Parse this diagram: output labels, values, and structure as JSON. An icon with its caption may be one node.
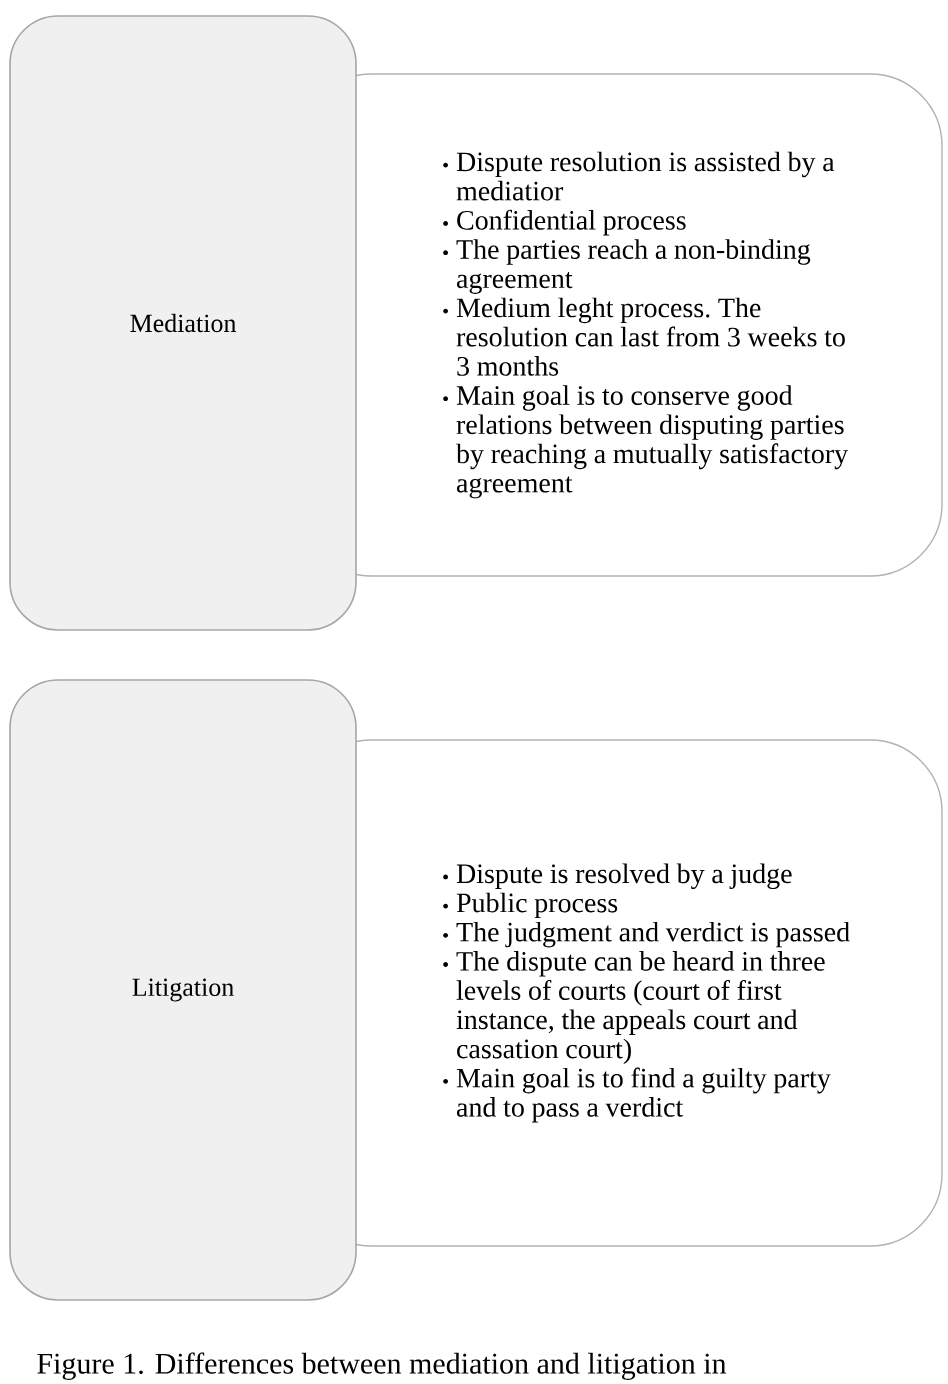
{
  "diagram": {
    "caption": "Figure 1. Differences between mediation and litigation in",
    "nodes": [
      {
        "text": [
          "Mediation"
        ]
      },
      {
        "text": [
          "Dispute resolution is assisted by a mediatior",
          "Confidential process",
          "The parties reach a non-binding agreement",
          "Medium leght process. The resolution can last from 3 weeks to 3 months",
          "Main goal is to conserve good relations between disputing parties by reaching a mutually satisfactory agreement"
        ]
      },
      {
        "text": [
          "Litigation"
        ]
      },
      {
        "text": [
          "Dispute is resolved by a judge",
          "Public process",
          "The judgment and verdict is passed",
          "The dispute can be heard in three levels of courts (court of first instance, the appeals court and cassation court)",
          "Main goal is to find a guilty party and to pass a verdict"
        ]
      }
    ]
  }
}
